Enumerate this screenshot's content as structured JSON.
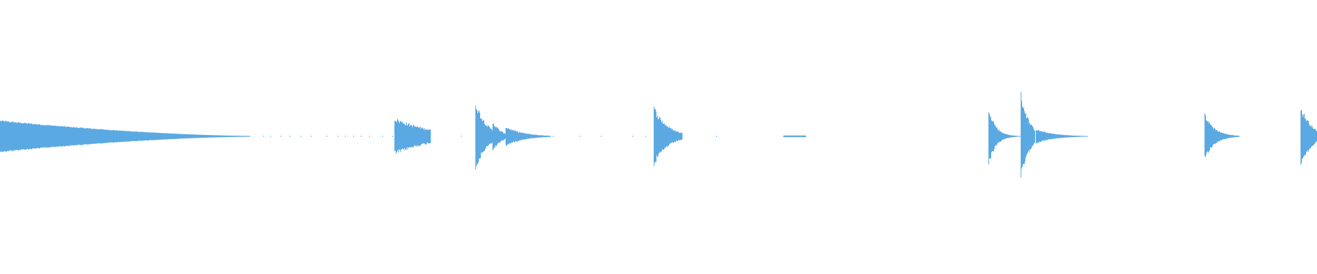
{
  "waveform": {
    "color": "#5ba9e2",
    "background": "#ffffff",
    "duration_fraction_start": 0,
    "duration_fraction_end": 1,
    "events": [
      {
        "type": "fade",
        "start": 0.0,
        "end": 0.19,
        "peak": 0.115
      },
      {
        "type": "specks",
        "positions": [
          0.105,
          0.11,
          0.115,
          0.12,
          0.125,
          0.13,
          0.135,
          0.14,
          0.148,
          0.156,
          0.165,
          0.175,
          0.186,
          0.2,
          0.205,
          0.213,
          0.22,
          0.228,
          0.236,
          0.248,
          0.256,
          0.262,
          0.268,
          0.274,
          0.28,
          0.29,
          0.298,
          0.305,
          0.312,
          0.318,
          0.325,
          0.35,
          0.4,
          0.42,
          0.44,
          0.456,
          0.48,
          0.49,
          0.5,
          0.513,
          0.544
        ]
      },
      {
        "type": "transient",
        "at": 0.2995,
        "peak_up": 0.13,
        "peak_down": 0.13,
        "decay": 0.03,
        "tail": 0.327,
        "tail_amp": 0.01
      },
      {
        "type": "transient",
        "at": 0.361,
        "peak_up": 0.25,
        "peak_down": 0.24,
        "decay": 0.008,
        "tail": 0.374,
        "tail_amp": 0.02
      },
      {
        "type": "transient",
        "at": 0.374,
        "peak_up": 0.1,
        "peak_down": 0.1,
        "decay": 0.006,
        "tail": 0.384,
        "tail_amp": 0.015
      },
      {
        "type": "transient",
        "at": 0.384,
        "peak_up": 0.07,
        "peak_down": 0.07,
        "decay": 0.012,
        "tail": 0.418,
        "tail_amp": 0.006
      },
      {
        "type": "transient",
        "at": 0.4965,
        "peak_up": 0.22,
        "peak_down": 0.22,
        "decay": 0.01,
        "tail": 0.518,
        "tail_amp": 0.006
      },
      {
        "type": "band",
        "start": 0.595,
        "end": 0.612,
        "amp": 0.006
      },
      {
        "type": "transient",
        "at": 0.7505,
        "peak_up": 0.23,
        "peak_down": 0.23,
        "decay": 0.005,
        "tail": 0.775,
        "tail_amp": 0.004
      },
      {
        "type": "transient",
        "at": 0.775,
        "peak_up": 0.28,
        "peak_down": 0.28,
        "decay": 0.006,
        "tail": 0.786,
        "tail_amp": 0.05
      },
      {
        "type": "transient",
        "at": 0.7865,
        "peak_up": 0.05,
        "peak_down": 0.05,
        "decay": 0.012,
        "tail": 0.826,
        "tail_amp": 0.006
      },
      {
        "type": "transient",
        "at": 0.9145,
        "peak_up": 0.17,
        "peak_down": 0.17,
        "decay": 0.007,
        "tail": 0.941,
        "tail_amp": 0.006
      },
      {
        "type": "transient",
        "at": 0.9875,
        "peak_up": 0.16,
        "peak_down": 0.16,
        "decay": 0.009,
        "tail": 1.0,
        "tail_amp": 0.06
      }
    ]
  }
}
